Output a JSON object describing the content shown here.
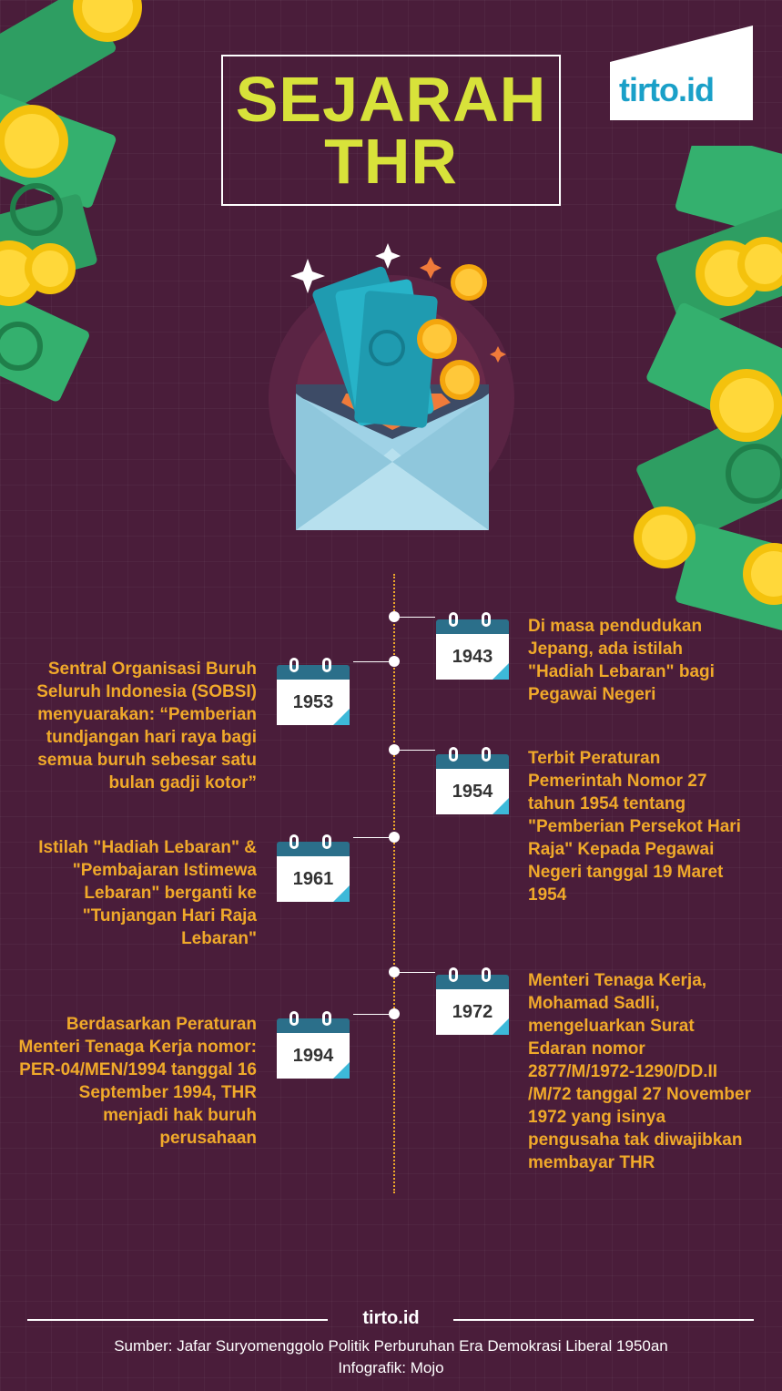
{
  "header": {
    "title_line1": "SEJARAH",
    "title_line2": "THR",
    "logo": "tirto.id"
  },
  "timeline": {
    "events": [
      {
        "year": "1943",
        "side": "right",
        "text": "Di masa pendudukan Jepang, ada istilah \"Hadiah Lebaran\" bagi Pegawai Negeri"
      },
      {
        "year": "1953",
        "side": "left",
        "text": "Sentral Organisasi Buruh Seluruh Indonesia (SOBSI) menyuarakan: “Pemberian tundjangan hari raya bagi semua buruh sebesar satu bulan gadji kotor”"
      },
      {
        "year": "1954",
        "side": "right",
        "text": "Terbit Peraturan Pemerintah Nomor 27 tahun 1954 tentang \"Pemberian Persekot Hari Raja\" Kepada Pegawai Negeri tanggal 19 Maret 1954"
      },
      {
        "year": "1961",
        "side": "left",
        "text": "Istilah \"Hadiah Lebaran\" & \"Pembajaran Istimewa Lebaran\" berganti ke \"Tunjangan Hari Raja Lebaran\""
      },
      {
        "year": "1972",
        "side": "right",
        "text": "Menteri Tenaga Kerja, Mohamad Sadli, mengeluarkan Surat Edaran nomor 2877/M/1972-1290/DD.II /M/72 tanggal 27 November 1972 yang isinya pengusaha tak diwajibkan membayar THR"
      },
      {
        "year": "1994",
        "side": "left",
        "text": "Berdasarkan Peraturan Menteri Tenaga Kerja nomor: PER-04/MEN/1994 tanggal 16 September 1994, THR menjadi hak buruh perusahaan"
      }
    ]
  },
  "footer": {
    "brand": "tirto.id",
    "source": "Sumber: Jafar Suryomenggolo Politik Perburuhan Era Demokrasi Liberal 1950an",
    "credit": "Infografik: Mojo"
  },
  "colors": {
    "background": "#4a1d3a",
    "title": "#d8e23a",
    "accent_text": "#f0a92a",
    "calendar_head": "#2b6f8a",
    "logo_blue": "#1aa0c8"
  },
  "icons": [
    "money-bill-icon",
    "gold-coin-icon",
    "envelope-icon",
    "sparkle-icon",
    "calendar-icon"
  ]
}
